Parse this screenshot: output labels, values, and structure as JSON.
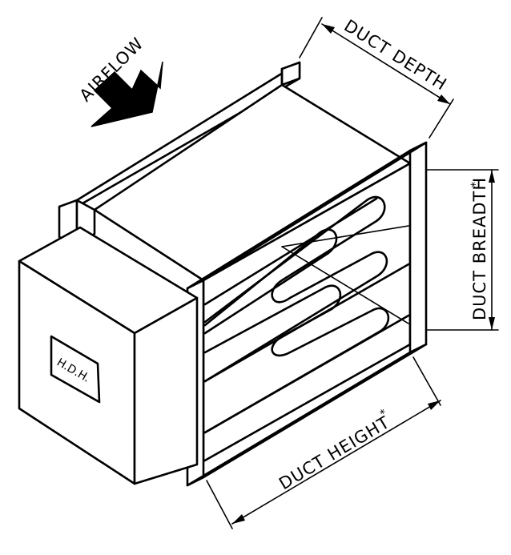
{
  "labels": {
    "airflow": "AIRFLOW",
    "duct_depth": "DUCT DEPTH",
    "duct_breadth": "DUCT BREADTH",
    "duct_height": "DUCT HEIGHT",
    "asterisk": "*",
    "terminal_box": "H.D.H."
  },
  "colors": {
    "line": "#000000",
    "background": "#ffffff"
  },
  "icons": {
    "airflow_arrow": "arrow-down-right-icon"
  }
}
